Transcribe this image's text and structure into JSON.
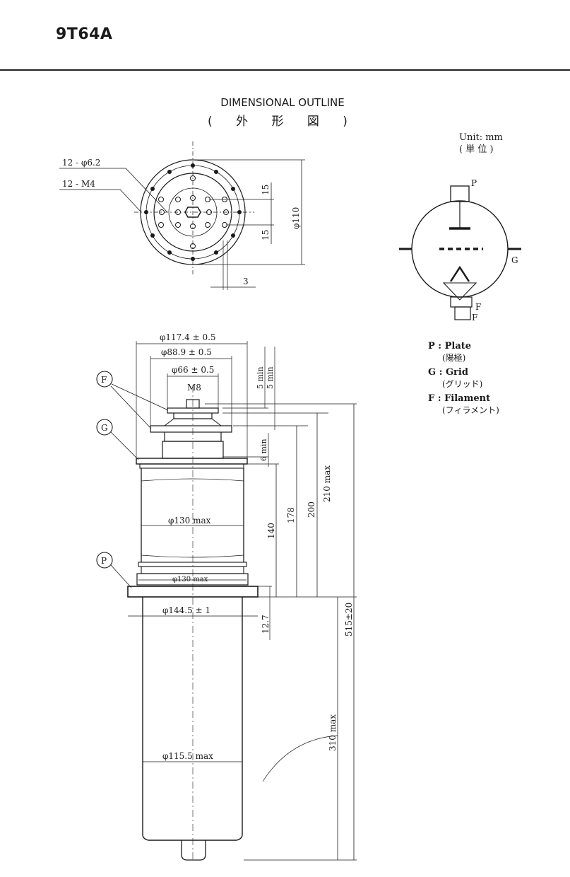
{
  "header": {
    "model": "9T64A"
  },
  "title": {
    "line1": "DIMENSIONAL OUTLINE",
    "line2": "( 外 形 図 )"
  },
  "unit": {
    "line1": "Unit: mm",
    "line2": "( 単 位 )"
  },
  "legend": [
    {
      "key": "P : Plate",
      "jp": "(陽極)"
    },
    {
      "key": "G : Grid",
      "jp": "(グリッド)"
    },
    {
      "key": "F : Filament",
      "jp": "(フィラメント)"
    }
  ],
  "top_view": {
    "hole_label": "12 - φ6.2",
    "thread_label": "12 - M4",
    "dia_label": "φ110",
    "pitch_upper": "15",
    "pitch_lower": "15",
    "offset": "3"
  },
  "symbol": {
    "p": "P",
    "g": "G",
    "f1": "F",
    "f2": "F"
  },
  "side_view": {
    "d_flange_top": "φ117.4 ± 0.5",
    "d_ring": "φ88.9 ± 0.5",
    "d_cap": "φ66 ± 0.5",
    "thread": "M8",
    "d_body": "φ130 max",
    "d_body_low": "φ130 max",
    "d_plate_flange": "φ144.5 ± 1",
    "d_anode": "φ115.5 max",
    "min_a": "5 min",
    "min_b": "5 min",
    "min_c": "6 min",
    "h140": "140",
    "h178": "178",
    "h200": "200",
    "h210": "210 max",
    "h12_7": "12.7",
    "h310": "310 max",
    "h515": "515±20",
    "callout_f": "F",
    "callout_g": "G",
    "callout_p": "P"
  }
}
